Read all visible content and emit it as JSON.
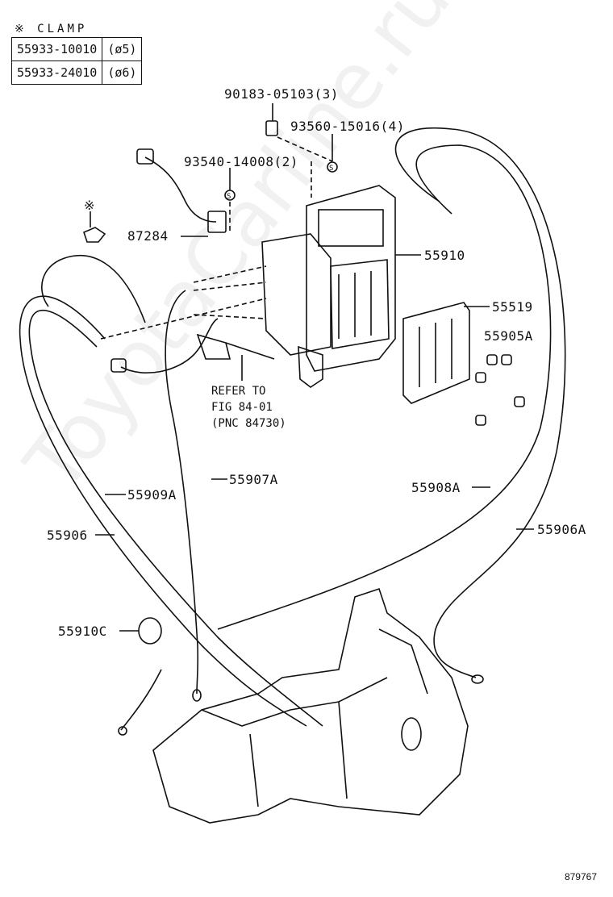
{
  "clamp_note": {
    "title": "※ CLAMP",
    "rows": [
      {
        "part": "55933-10010",
        "size": "(ø5)"
      },
      {
        "part": "55933-24010",
        "size": "(ø6)"
      }
    ]
  },
  "labels": {
    "p90183": "90183-05103(3)",
    "p93560": "93560-15016(4)",
    "p93540": "93540-14008(2)",
    "p87284": "87284",
    "p55910": "55910",
    "p55519": "55519",
    "p55905A": "55905A",
    "p55907A": "55907A",
    "p55909A": "55909A",
    "p55906": "55906",
    "p55908A": "55908A",
    "p55906A": "55906A",
    "p55910C": "55910C",
    "clamp_mark": "※"
  },
  "refer": "REFER TO\nFIG 84-01\n(PNC 84730)",
  "watermark": "ToyotaCarline.ru",
  "figure_number": "879767"
}
